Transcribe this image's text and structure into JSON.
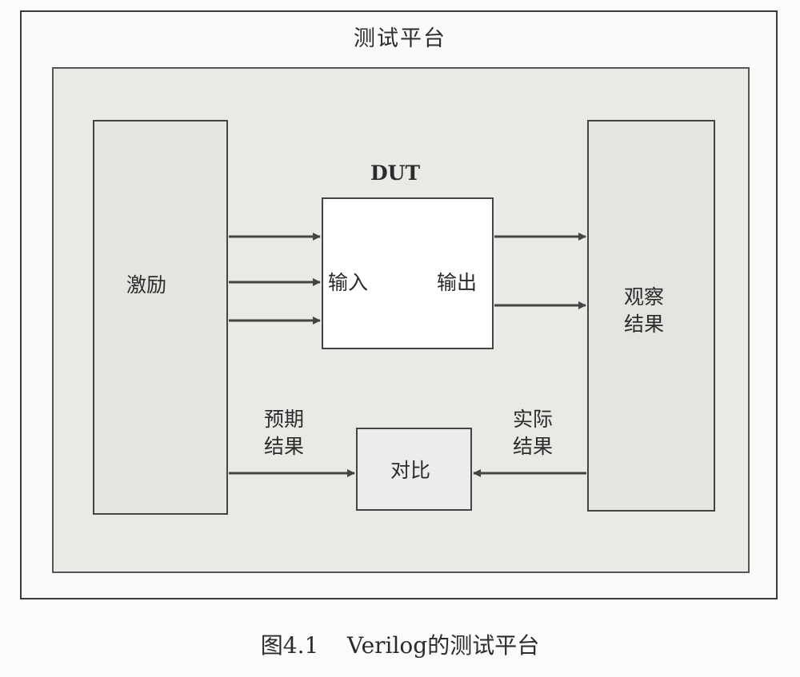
{
  "diagram": {
    "platform_title": "测试平台",
    "stimulus_label": "激励",
    "dut": {
      "title": "DUT",
      "input_label": "输入",
      "output_label": "输出"
    },
    "observe_label": "观察\n结果",
    "expected_label": "预期\n结果",
    "actual_label": "实际\n结果",
    "compare_label": "对比"
  },
  "caption": "图4.1    Verilog的测试平台"
}
